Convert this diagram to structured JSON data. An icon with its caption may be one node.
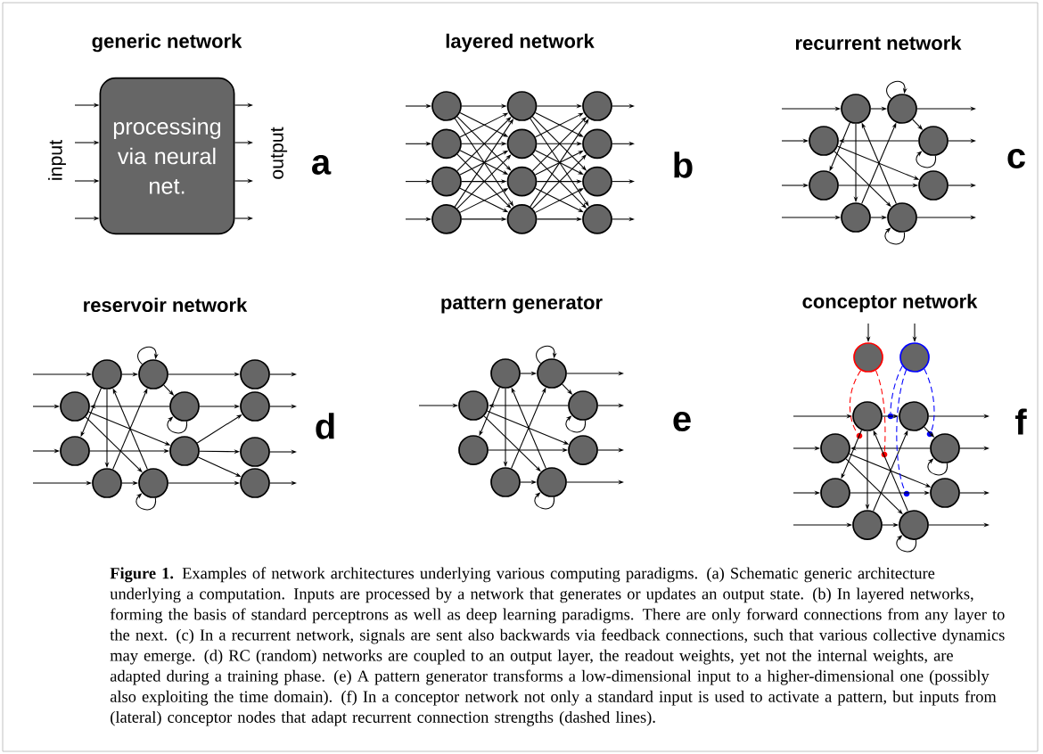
{
  "diagram": {
    "caption": "**Figure 1.** Examples of network architectures underlying various computing paradigms. (a) Schematic generic architecture underlying a computation. Inputs are processed by a network that generates or updates an output state. (b) In layered networks, forming the basis of standard perceptrons as well as deep learning paradigms. There are only forward connections from any layer to the next. (c) In a recurrent network, signals are sent also backwards via feedback connections, such that various collective dynamics may emerge. (d) RC (random) networks are coupled to an output layer, the readout weights, yet not the internal weights, are adapted during a training phase. (e) A pattern generator transforms a low-dimensional input to a higher-dimensional one (possibly also exploiting the time domain). (f) In a conceptor network not only a standard input is used to activate a pattern, but inputs from (lateral) conceptor nodes that adapt recurrent connection strengths (dashed lines).",
    "nodes": [
      {
        "text": [
          "processing via neural net."
        ]
      },
      {
        "text": [],
        "shape": "circle"
      },
      {
        "text": [],
        "shape": "circle"
      },
      {
        "text": [],
        "shape": "circle"
      },
      {
        "text": [],
        "shape": "circle"
      },
      {
        "text": [],
        "shape": "circle"
      },
      {
        "text": [],
        "shape": "circle"
      },
      {
        "text": [],
        "shape": "circle"
      },
      {
        "text": [],
        "shape": "circle"
      },
      {
        "text": [],
        "shape": "circle"
      },
      {
        "text": [],
        "shape": "circle"
      },
      {
        "text": [],
        "shape": "circle"
      },
      {
        "text": [],
        "shape": "circle"
      },
      {
        "text": [],
        "shape": "circle"
      },
      {
        "text": [],
        "shape": "circle"
      },
      {
        "text": [],
        "shape": "circle"
      },
      {
        "text": [],
        "shape": "circle"
      },
      {
        "text": [],
        "shape": "circle"
      },
      {
        "text": [],
        "shape": "circle"
      },
      {
        "text": [],
        "shape": "circle"
      },
      {
        "text": [],
        "shape": "circle"
      },
      {
        "text": [],
        "shape": "circle"
      },
      {
        "text": [],
        "shape": "circle"
      },
      {
        "text": [],
        "shape": "circle"
      },
      {
        "text": [],
        "shape": "circle"
      },
      {
        "text": [],
        "shape": "circle"
      },
      {
        "text": [],
        "shape": "circle"
      },
      {
        "text": [],
        "shape": "circle"
      },
      {
        "text": [],
        "shape": "circle"
      },
      {
        "text": [],
        "shape": "circle"
      },
      {
        "text": [],
        "shape": "circle"
      },
      {
        "text": [],
        "shape": "circle"
      },
      {
        "text": [],
        "shape": "circle"
      },
      {
        "text": [],
        "shape": "circle"
      },
      {
        "text": [],
        "shape": "circle"
      },
      {
        "text": [],
        "shape": "circle"
      },
      {
        "text": [],
        "shape": "circle"
      },
      {
        "text": [],
        "shape": "circle"
      },
      {
        "text": [],
        "shape": "circle"
      },
      {
        "text": [],
        "shape": "circle"
      },
      {
        "text": [],
        "shape": "circle"
      },
      {
        "text": [],
        "shape": "circle"
      },
      {
        "text": [],
        "shape": "circle"
      },
      {
        "text": [],
        "shape": "circle"
      },
      {
        "text": [],
        "shape": "circle"
      },
      {
        "text": [],
        "shape": "circle"
      },
      {
        "text": [],
        "shape": "circle"
      },
      {
        "text": [],
        "shape": "circle"
      },
      {
        "text": [],
        "shape": "circle"
      },
      {
        "text": [],
        "shape": "circle"
      },
      {
        "text": [],
        "shape": "circle"
      },
      {
        "text": [],
        "shape": "circle"
      },
      {
        "text": [],
        "shape": "circle"
      },
      {
        "text": [],
        "shape": "circle"
      },
      {
        "text": [],
        "shape": "circle"
      },
      {
        "text": [],
        "shape": "circle"
      }
    ],
    "edges": [
      {
        "from": null,
        "to": 0,
        "arrow": "to"
      },
      {
        "from": null,
        "to": 0,
        "arrow": "to"
      },
      {
        "from": null,
        "to": 0,
        "arrow": "to"
      },
      {
        "from": null,
        "to": 0,
        "arrow": "to"
      },
      {
        "from": 0,
        "to": null,
        "arrow": "to"
      },
      {
        "from": 0,
        "to": null,
        "arrow": "to"
      },
      {
        "from": 0,
        "to": null,
        "arrow": "to"
      },
      {
        "from": 0,
        "to": null,
        "arrow": "to"
      },
      {
        "from": null,
        "to": 1,
        "arrow": "to"
      },
      {
        "from": null,
        "to": 2,
        "arrow": "to"
      },
      {
        "from": null,
        "to": 3,
        "arrow": "to"
      },
      {
        "from": null,
        "to": 4,
        "arrow": "to"
      },
      {
        "from": 1,
        "to": 5,
        "arrow": "to"
      },
      {
        "from": 1,
        "to": 6,
        "arrow": "to"
      },
      {
        "from": 1,
        "to": 7,
        "arrow": "to"
      },
      {
        "from": 1,
        "to": 8,
        "arrow": "to"
      },
      {
        "from": 2,
        "to": 5,
        "arrow": "to"
      },
      {
        "from": 2,
        "to": 6,
        "arrow": "to"
      },
      {
        "from": 2,
        "to": 7,
        "arrow": "to"
      },
      {
        "from": 2,
        "to": 8,
        "arrow": "to"
      },
      {
        "from": 3,
        "to": 5,
        "arrow": "to"
      },
      {
        "from": 3,
        "to": 6,
        "arrow": "to"
      },
      {
        "from": 3,
        "to": 7,
        "arrow": "to"
      },
      {
        "from": 3,
        "to": 8,
        "arrow": "to"
      },
      {
        "from": 4,
        "to": 5,
        "arrow": "to"
      },
      {
        "from": 4,
        "to": 6,
        "arrow": "to"
      },
      {
        "from": 4,
        "to": 7,
        "arrow": "to"
      },
      {
        "from": 4,
        "to": 8,
        "arrow": "to"
      },
      {
        "from": 5,
        "to": 9,
        "arrow": "to"
      },
      {
        "from": 5,
        "to": 10,
        "arrow": "to"
      },
      {
        "from": 5,
        "to": 11,
        "arrow": "to"
      },
      {
        "from": 5,
        "to": 12,
        "arrow": "to"
      },
      {
        "from": 6,
        "to": 9,
        "arrow": "to"
      },
      {
        "from": 6,
        "to": 10,
        "arrow": "to"
      },
      {
        "from": 6,
        "to": 11,
        "arrow": "to"
      },
      {
        "from": 6,
        "to": 12,
        "arrow": "to"
      },
      {
        "from": 7,
        "to": 9,
        "arrow": "to"
      },
      {
        "from": 7,
        "to": 10,
        "arrow": "to"
      },
      {
        "from": 7,
        "to": 11,
        "arrow": "to"
      },
      {
        "from": 7,
        "to": 12,
        "arrow": "to"
      },
      {
        "from": 8,
        "to": 9,
        "arrow": "to"
      },
      {
        "from": 8,
        "to": 10,
        "arrow": "to"
      },
      {
        "from": 8,
        "to": 11,
        "arrow": "to"
      },
      {
        "from": 8,
        "to": 12,
        "arrow": "to"
      },
      {
        "from": 9,
        "to": null,
        "arrow": "to"
      },
      {
        "from": 10,
        "to": null,
        "arrow": "to"
      },
      {
        "from": 11,
        "to": null,
        "arrow": "to"
      },
      {
        "from": 12,
        "to": null,
        "arrow": "to"
      },
      {
        "from": null,
        "to": 13,
        "arrow": "to"
      },
      {
        "from": null,
        "to": 15,
        "arrow": "to"
      },
      {
        "from": null,
        "to": 17,
        "arrow": "to"
      },
      {
        "from": null,
        "to": 19,
        "arrow": "to"
      },
      {
        "from": 13,
        "to": 14,
        "arrow": "to"
      },
      {
        "from": 14,
        "to": 14,
        "arrow": "to"
      },
      {
        "from": 14,
        "to": 16,
        "arrow": "to"
      },
      {
        "from": 16,
        "to": 16,
        "arrow": "to"
      },
      {
        "from": 16,
        "to": 15,
        "arrow": "to"
      },
      {
        "from": 13,
        "to": 17,
        "arrow": "to"
      },
      {
        "from": 13,
        "to": 19,
        "arrow": "to"
      },
      {
        "from": 15,
        "to": 18,
        "arrow": "to"
      },
      {
        "from": 15,
        "to": 20,
        "arrow": "to"
      },
      {
        "from": 17,
        "to": 18,
        "arrow": "to"
      },
      {
        "from": 19,
        "to": 14,
        "arrow": "to"
      },
      {
        "from": 20,
        "to": 13,
        "arrow": "to"
      },
      {
        "from": 19,
        "to": 20,
        "arrow": "to"
      },
      {
        "from": 20,
        "to": 20,
        "arrow": "to"
      },
      {
        "from": 14,
        "to": null,
        "arrow": "to"
      },
      {
        "from": 16,
        "to": null,
        "arrow": "to"
      },
      {
        "from": 18,
        "to": null,
        "arrow": "to"
      },
      {
        "from": 20,
        "to": null,
        "arrow": "to"
      },
      {
        "from": null,
        "to": 21,
        "arrow": "to"
      },
      {
        "from": null,
        "to": 23,
        "arrow": "to"
      },
      {
        "from": null,
        "to": 25,
        "arrow": "to"
      },
      {
        "from": null,
        "to": 27,
        "arrow": "to"
      },
      {
        "from": 21,
        "to": 22,
        "arrow": "to"
      },
      {
        "from": 22,
        "to": 22,
        "arrow": "to"
      },
      {
        "from": 22,
        "to": 24,
        "arrow": "to"
      },
      {
        "from": 24,
        "to": 24,
        "arrow": "to"
      },
      {
        "from": 24,
        "to": 23,
        "arrow": "to"
      },
      {
        "from": 21,
        "to": 25,
        "arrow": "to"
      },
      {
        "from": 21,
        "to": 27,
        "arrow": "to"
      },
      {
        "from": 23,
        "to": 26,
        "arrow": "to"
      },
      {
        "from": 23,
        "to": 28,
        "arrow": "to"
      },
      {
        "from": 25,
        "to": 26,
        "arrow": "to"
      },
      {
        "from": 27,
        "to": 22,
        "arrow": "to"
      },
      {
        "from": 28,
        "to": 21,
        "arrow": "to"
      },
      {
        "from": 27,
        "to": 28,
        "arrow": "to"
      },
      {
        "from": 28,
        "to": 28,
        "arrow": "to"
      },
      {
        "from": 22,
        "to": 29,
        "arrow": "to"
      },
      {
        "from": 24,
        "to": 30,
        "arrow": "to"
      },
      {
        "from": 26,
        "to": 30,
        "arrow": "to"
      },
      {
        "from": 26,
        "to": 31,
        "arrow": "to"
      },
      {
        "from": 26,
        "to": 32,
        "arrow": "to"
      },
      {
        "from": 28,
        "to": 32,
        "arrow": "to"
      },
      {
        "from": 29,
        "to": null,
        "arrow": "to"
      },
      {
        "from": 30,
        "to": null,
        "arrow": "to"
      },
      {
        "from": 31,
        "to": null,
        "arrow": "to"
      },
      {
        "from": 32,
        "to": null,
        "arrow": "to"
      },
      {
        "from": null,
        "to": 35,
        "arrow": "to"
      },
      {
        "from": 33,
        "to": 34,
        "arrow": "to"
      },
      {
        "from": 34,
        "to": 34,
        "arrow": "to"
      },
      {
        "from": 34,
        "to": 36,
        "arrow": "to"
      },
      {
        "from": 36,
        "to": 36,
        "arrow": "to"
      },
      {
        "from": 36,
        "to": 35,
        "arrow": "to"
      },
      {
        "from": 33,
        "to": 37,
        "arrow": "to"
      },
      {
        "from": 33,
        "to": 39,
        "arrow": "to"
      },
      {
        "from": 35,
        "to": 38,
        "arrow": "to"
      },
      {
        "from": 35,
        "to": 40,
        "arrow": "to"
      },
      {
        "from": 37,
        "to": 38,
        "arrow": "to"
      },
      {
        "from": 39,
        "to": 34,
        "arrow": "to"
      },
      {
        "from": 40,
        "to": 33,
        "arrow": "to"
      },
      {
        "from": 39,
        "to": 40,
        "arrow": "to"
      },
      {
        "from": 40,
        "to": 40,
        "arrow": "to"
      },
      {
        "from": 34,
        "to": null,
        "arrow": "to"
      },
      {
        "from": 36,
        "to": null,
        "arrow": "to"
      },
      {
        "from": 38,
        "to": null,
        "arrow": "to"
      },
      {
        "from": 40,
        "to": null,
        "arrow": "to"
      },
      {
        "from": null,
        "to": 41,
        "arrow": "to"
      },
      {
        "from": null,
        "to": 42,
        "arrow": "to"
      },
      {
        "from": null,
        "to": 43,
        "arrow": "to"
      },
      {
        "from": null,
        "to": 45,
        "arrow": "to"
      },
      {
        "from": null,
        "to": 47,
        "arrow": "to"
      },
      {
        "from": null,
        "to": 49,
        "arrow": "to"
      },
      {
        "from": 43,
        "to": 44,
        "arrow": "to"
      },
      {
        "from": 44,
        "to": 46,
        "arrow": "to"
      },
      {
        "from": 46,
        "to": 46,
        "arrow": "to"
      },
      {
        "from": 46,
        "to": 45,
        "arrow": "to"
      },
      {
        "from": 43,
        "to": 47,
        "arrow": "to"
      },
      {
        "from": 43,
        "to": 49,
        "arrow": "to"
      },
      {
        "from": 45,
        "to": 48,
        "arrow": "to"
      },
      {
        "from": 45,
        "to": 50,
        "arrow": "to"
      },
      {
        "from": 47,
        "to": 48,
        "arrow": "to"
      },
      {
        "from": 49,
        "to": 44,
        "arrow": "to"
      },
      {
        "from": 50,
        "to": 43,
        "arrow": "to"
      },
      {
        "from": 49,
        "to": 50,
        "arrow": "to"
      },
      {
        "from": 50,
        "to": 50,
        "arrow": "to"
      },
      {
        "from": 44,
        "to": null,
        "arrow": "to"
      },
      {
        "from": 46,
        "to": null,
        "arrow": "to"
      },
      {
        "from": 48,
        "to": null,
        "arrow": "to"
      },
      {
        "from": 50,
        "to": null,
        "arrow": "to"
      },
      {
        "from": 41,
        "to": 51,
        "arrow": "none",
        "style": "dashed",
        "color": "#ff0000"
      },
      {
        "from": 41,
        "to": 52,
        "arrow": "none",
        "style": "dashed",
        "color": "#ff0000"
      },
      {
        "from": 42,
        "to": 53,
        "arrow": "none",
        "style": "dashed",
        "color": "#0000ff"
      },
      {
        "from": 42,
        "to": 54,
        "arrow": "none",
        "style": "dashed",
        "color": "#0000ff"
      },
      {
        "from": 42,
        "to": 55,
        "arrow": "none",
        "style": "dashed",
        "color": "#0000ff"
      }
    ],
    "labels": [
      "generic network",
      "layered network",
      "recurrent network",
      "input",
      "output",
      "a",
      "b",
      "c",
      "reservoir network",
      "pattern generator",
      "conceptor network",
      "d",
      "e",
      "f"
    ]
  }
}
